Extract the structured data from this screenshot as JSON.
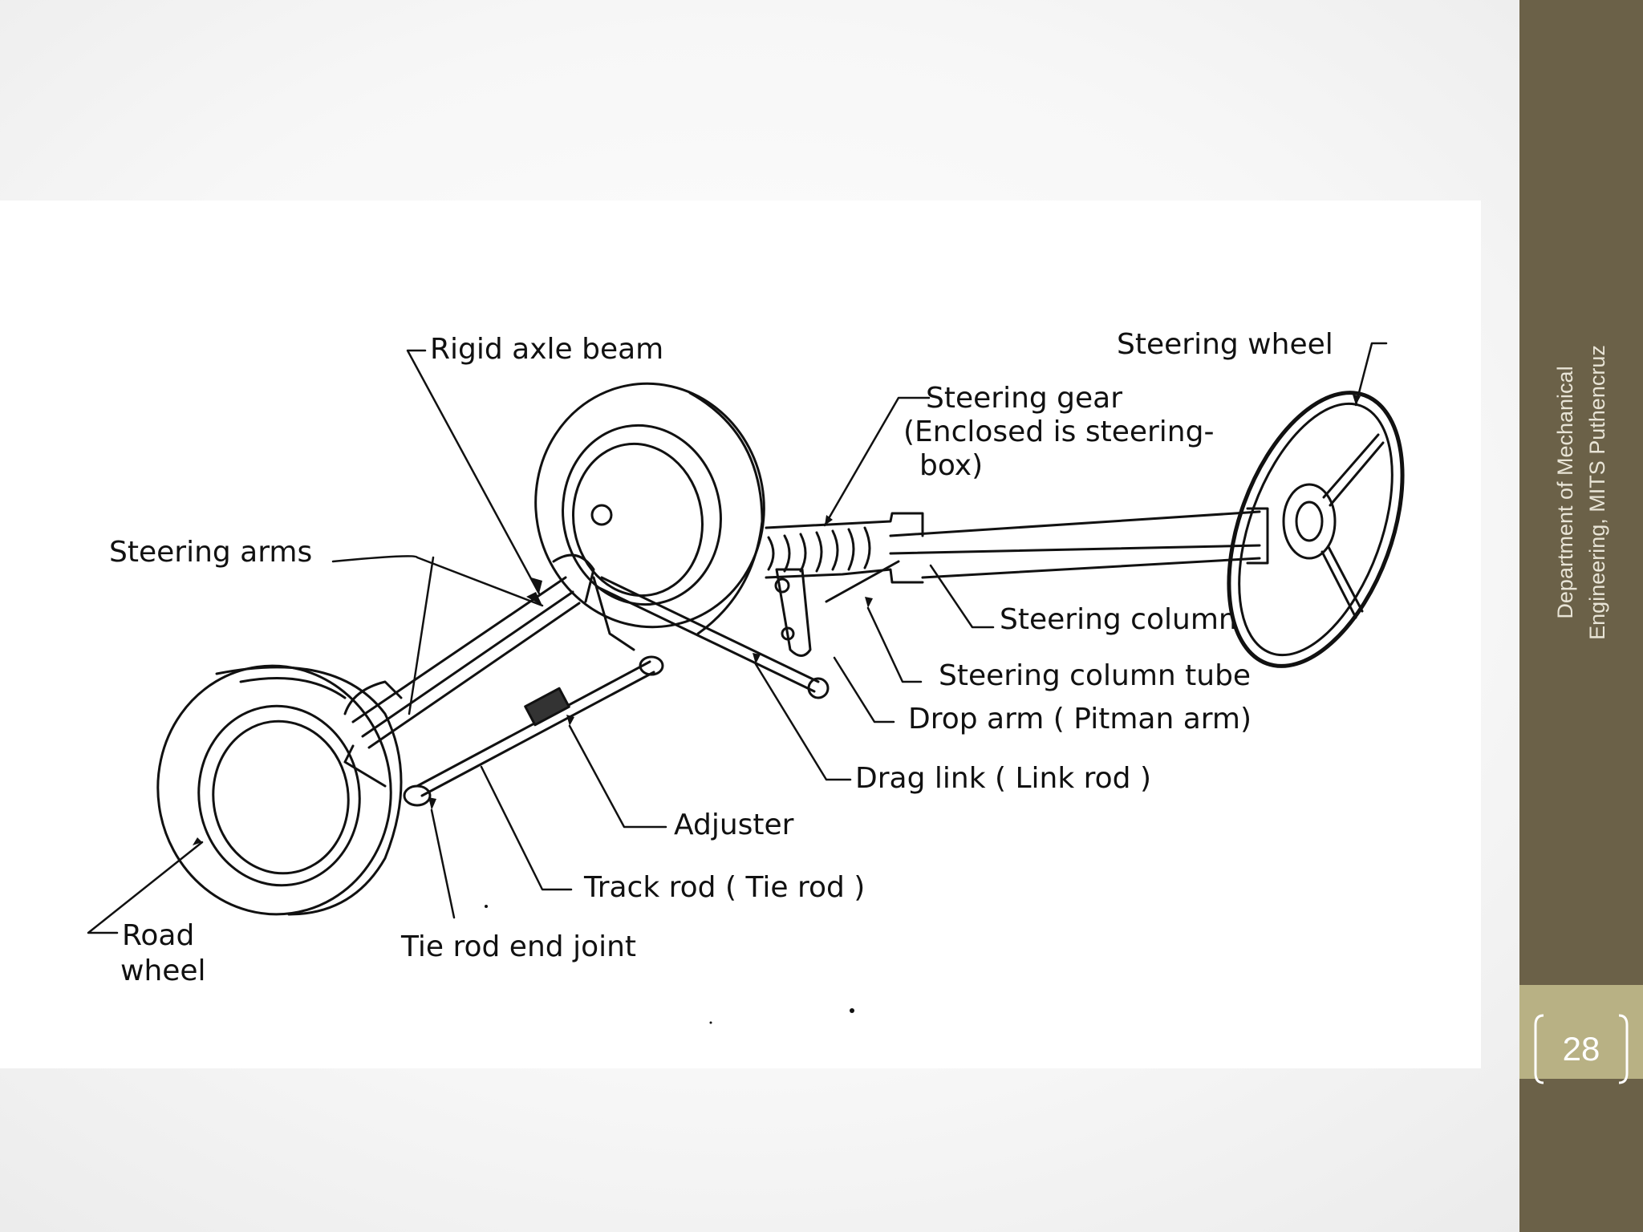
{
  "diagram": {
    "labels": {
      "rigid_axle_beam": "Rigid axle beam",
      "steering_wheel": "Steering wheel",
      "steering_gear_line1": "Steering gear",
      "steering_gear_line2": "(Enclosed is steering-",
      "steering_gear_line3": "box)",
      "steering_arms": "Steering arms",
      "steering_column": "Steering column",
      "steering_column_tube": "Steering column tube",
      "drop_arm": "Drop arm ( Pitman arm)",
      "drag_link": "Drag link ( Link rod )",
      "adjuster": "Adjuster",
      "track_rod": "Track rod ( Tie rod )",
      "tie_rod_end_joint": "Tie rod end joint",
      "road_wheel_line1": "Road",
      "road_wheel_line2": "wheel"
    }
  },
  "sidebar": {
    "text_line1": "Department of Mechanical",
    "text_line2": "Engineering, MITS Puthencruz",
    "page_number": "28"
  }
}
